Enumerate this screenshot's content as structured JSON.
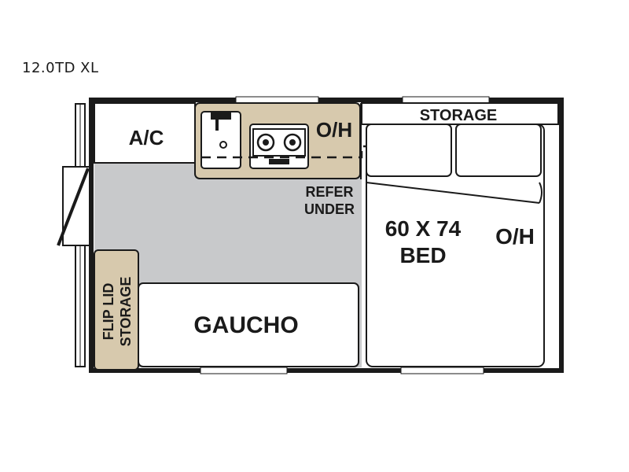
{
  "model": "12.0TD XL",
  "labels": {
    "ac": "A/C",
    "overhead_galley": "O/H",
    "storage": "STORAGE",
    "refer_line1": "REFER",
    "refer_line2": "UNDER",
    "bed_line1": "60 X 74",
    "bed_line2": "BED",
    "overhead_bed": "O/H",
    "gaucho": "GAUCHO",
    "flip_line1": "FLIP LID",
    "flip_line2": "STORAGE"
  },
  "colors": {
    "wall": "#1a1a1a",
    "floor": "#c8c9cb",
    "cabinet": "#d7c9ad",
    "furniture": "#ffffff"
  }
}
